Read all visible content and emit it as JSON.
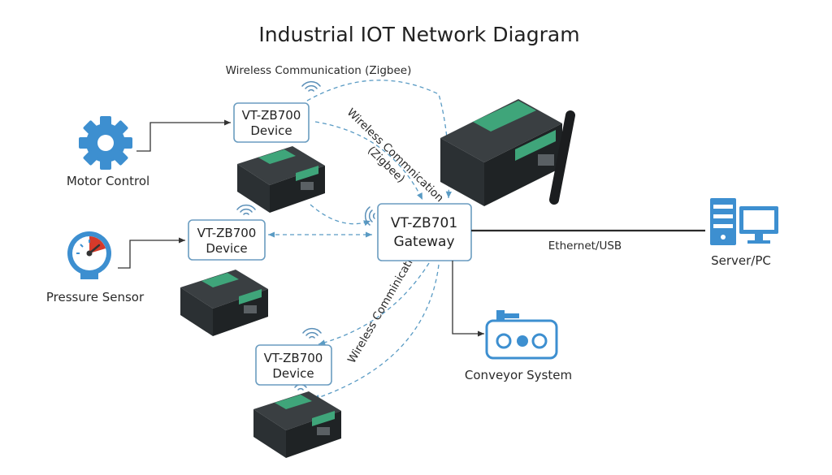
{
  "title": "Industrial IOT Network Diagram",
  "wireless_label_top": "Wireless Communication (Zigbee)",
  "wireless_label_diag_1": "Wireless Commnication",
  "wireless_label_diag_2": "(Zigbee)",
  "wireless_label_lower": "Wireless Comminication",
  "devices": [
    {
      "model": "VT-ZB700",
      "role": "Device",
      "connected": "Motor Control"
    },
    {
      "model": "VT-ZB700",
      "role": "Device",
      "connected": "Pressure Sensor"
    },
    {
      "model": "VT-ZB700",
      "role": "Device",
      "connected": ""
    }
  ],
  "gateway": {
    "model": "VT-ZB701",
    "role": "Gateway"
  },
  "endpoints": {
    "motor": "Motor Control",
    "pressure": "Pressure Sensor",
    "conveyor": "Conveyor System",
    "server": "Server/PC"
  },
  "link_label": "Ethernet/USB",
  "colors": {
    "accent": "#3d8fd0",
    "box_border": "#6a9cc0",
    "device_body": "#222628",
    "device_green": "#3fa57a",
    "gauge_red": "#d63a2a"
  }
}
